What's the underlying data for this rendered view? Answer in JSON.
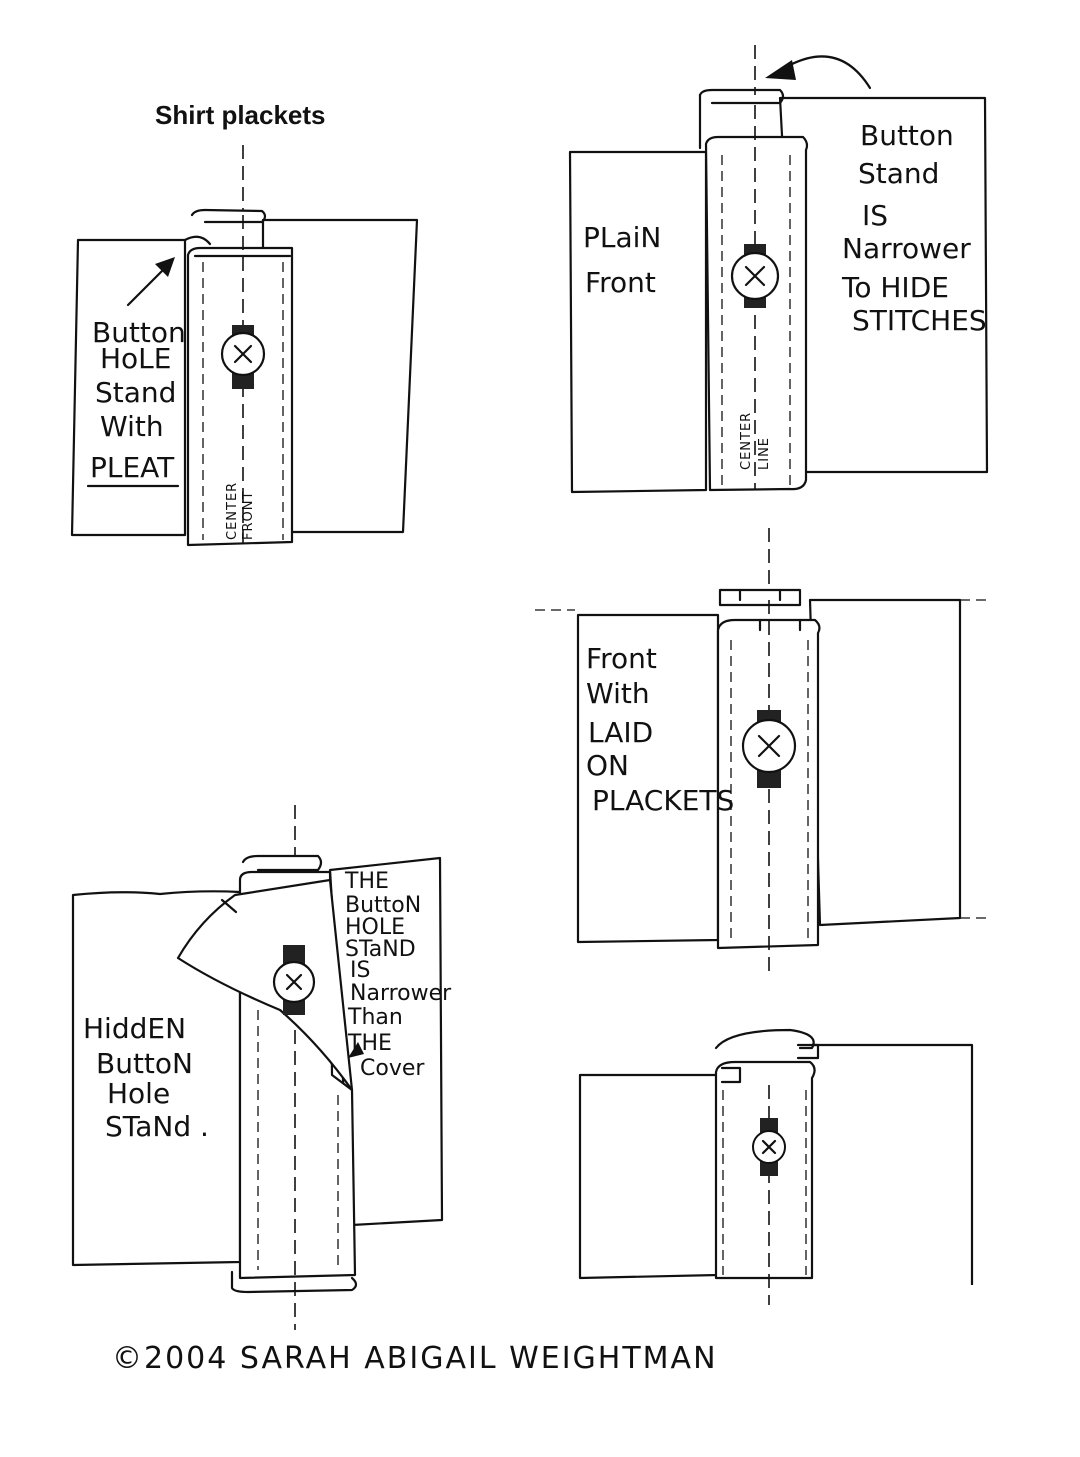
{
  "title": "Shirt plackets",
  "diagrams": {
    "pleat": {
      "label_lines": [
        "Button",
        "HoLE",
        "Stand",
        "With",
        "PLEAT"
      ],
      "side_label": [
        "CENTER",
        "FRONT"
      ]
    },
    "plain": {
      "label_lines": [
        "PLaiN",
        "Front"
      ],
      "note_lines": [
        "Button",
        "Stand",
        "IS",
        "Narrower",
        "To HIDE",
        "STITCHES"
      ],
      "side_label": [
        "CENTER",
        "LINE"
      ]
    },
    "laid_on": {
      "label_lines": [
        "Front",
        "With",
        "LAID",
        "ON",
        "PLACKETS"
      ]
    },
    "hidden": {
      "label_lines": [
        "HiddEN",
        "ButtoN",
        "Hole",
        "STaNd ."
      ],
      "note_lines": [
        "THE",
        "ButtoN",
        "HOLE",
        "STaND",
        "IS",
        "Narrower",
        "Than",
        "THE",
        "Cover"
      ]
    }
  },
  "copyright": "©2004 SARAH ABIGAIL WEIGHTMAN"
}
